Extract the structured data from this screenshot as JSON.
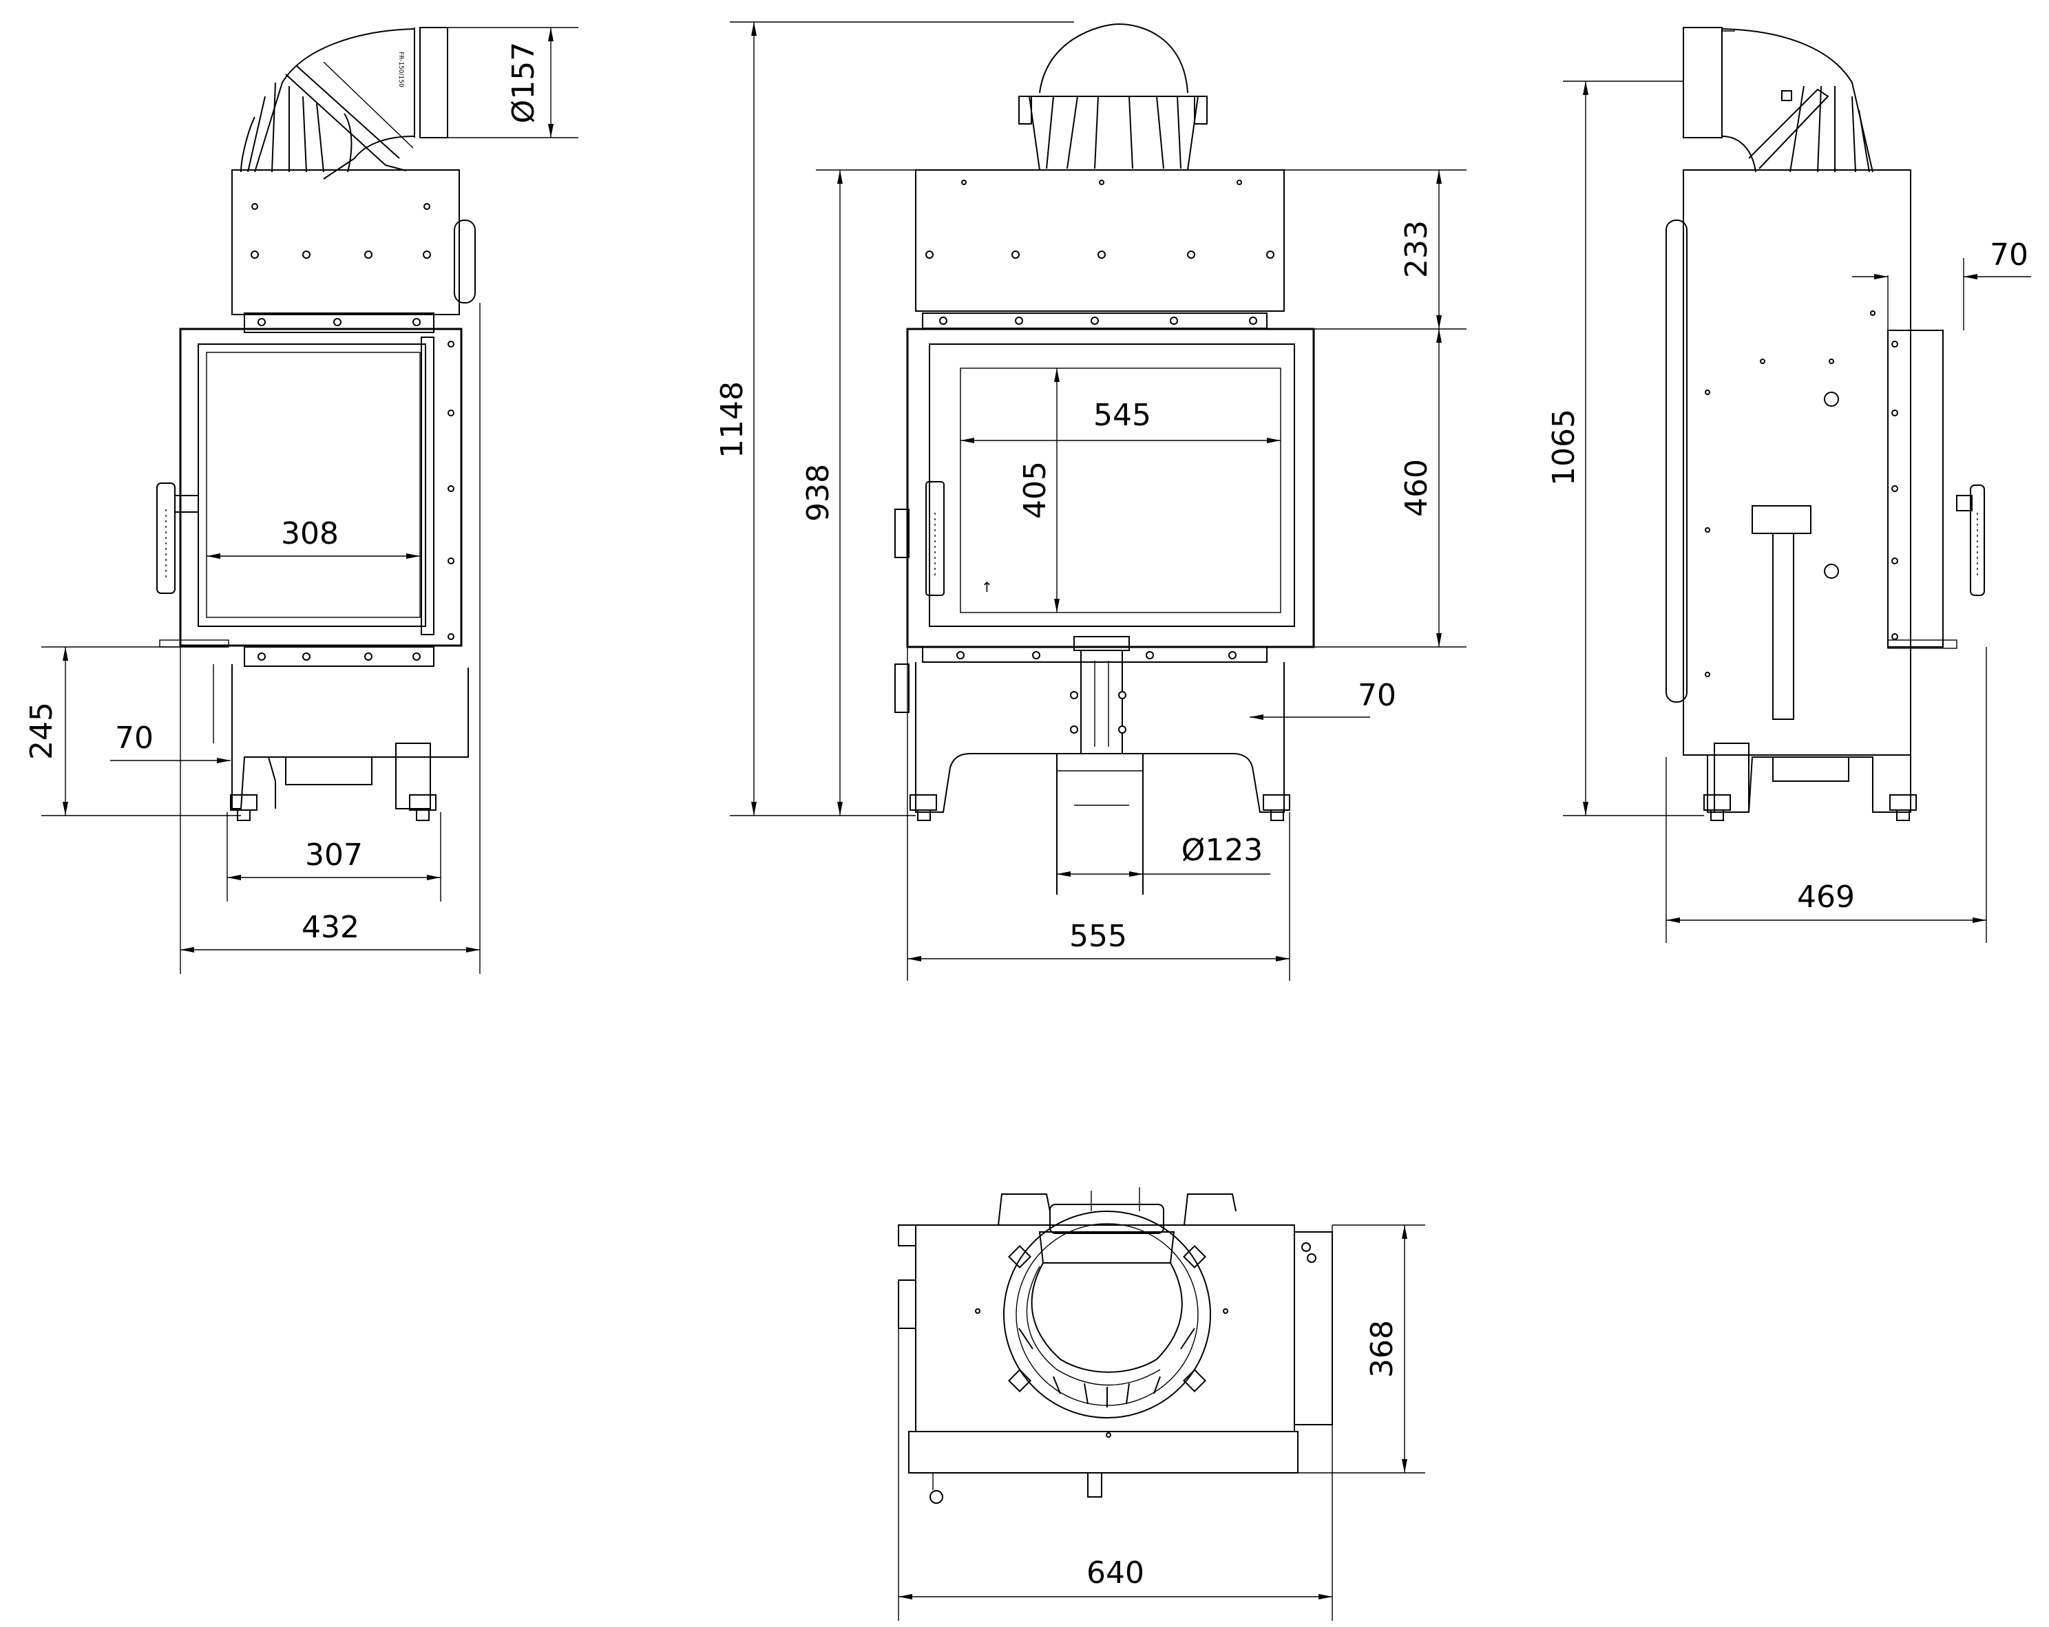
{
  "views": {
    "front_left": {
      "dim_pipe_diameter": "Ø157",
      "dim_glass_width": "308",
      "dim_bottom_height": "245",
      "dim_side_offset": "70",
      "dim_feet_spacing": "307",
      "dim_total_width": "432",
      "pipe_label": "FR-150/150"
    },
    "front_center": {
      "dim_total_height": "1148",
      "dim_body_height": "938",
      "dim_top_section": "233",
      "dim_door_height": "460",
      "dim_glass_width": "545",
      "dim_glass_height": "405",
      "dim_side_offset": "70",
      "dim_air_inlet": "Ø123",
      "dim_total_width": "555"
    },
    "side_right": {
      "dim_total_height": "1065",
      "dim_side_offset": "70",
      "dim_total_depth": "469"
    },
    "top": {
      "dim_depth": "368",
      "dim_width": "640"
    }
  }
}
